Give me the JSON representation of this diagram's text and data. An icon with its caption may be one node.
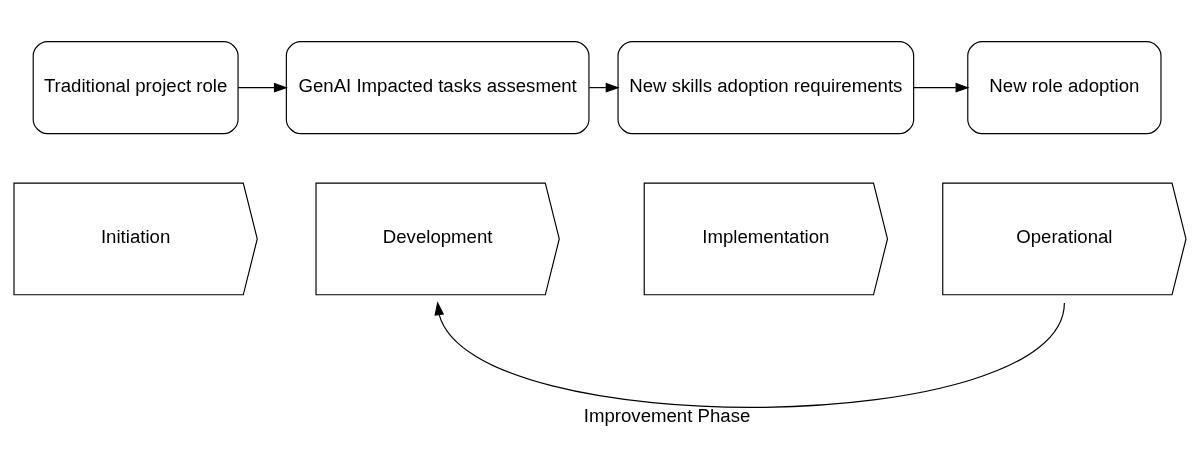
{
  "diagram": {
    "nodes": [
      {
        "text": [
          "Traditional project role"
        ]
      },
      {
        "text": [
          "GenAI Impacted tasks assesment"
        ]
      },
      {
        "text": [
          "New skills adoption requirements"
        ]
      },
      {
        "text": [
          "New role adoption"
        ]
      },
      {
        "text": [
          "Initiation"
        ]
      },
      {
        "text": [
          "Development"
        ]
      },
      {
        "text": [
          "Implementation"
        ]
      },
      {
        "text": [
          "Operational"
        ]
      }
    ],
    "edges": [
      {
        "from": 0,
        "to": 1,
        "arrow": "to"
      },
      {
        "from": 1,
        "to": 2,
        "arrow": "to"
      },
      {
        "from": 2,
        "to": 3,
        "arrow": "to"
      },
      {
        "from": 7,
        "to": 5,
        "arrow": "to",
        "label": "Improvement Phase"
      }
    ]
  }
}
